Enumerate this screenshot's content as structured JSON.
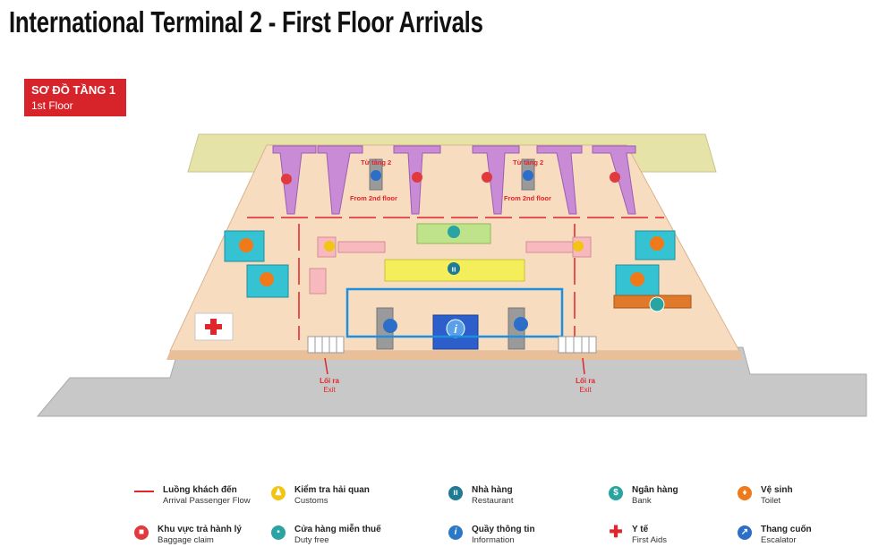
{
  "page": {
    "title": "International Terminal 2 - First Floor Arrivals"
  },
  "floor_badge": {
    "vn": "SƠ ĐỒ TẦNG 1",
    "en": "1st Floor"
  },
  "map": {
    "labels": {
      "from_2nd_vn_left": "Từ tầng 2",
      "from_2nd_en_left": "From 2nd floor",
      "from_2nd_vn_right": "Từ tầng 2",
      "from_2nd_en_right": "From 2nd floor",
      "exit_vn_left": "Lối ra",
      "exit_en_left": "Exit",
      "exit_vn_right": "Lối ra",
      "exit_en_right": "Exit"
    },
    "colors": {
      "floor": "#f7dcc0",
      "floor_edge": "#e8bf98",
      "walkway": "#c8c8c8",
      "top_strip": "#e6e3a8",
      "carousel": "#c98ad6",
      "toilet_block": "#35c3d3",
      "restaurant_block": "#f3ee5a",
      "duty_free_block": "#bfe38a",
      "counter": "#f7b9be",
      "bank_block": "#e07a2a",
      "info_block": "#2c5fcc",
      "highlight": "#1e8fe0",
      "flow_line": "#e0252b"
    }
  },
  "legend": [
    {
      "icon": "flow-line-icon",
      "vn": "Luồng khách đến",
      "en": "Arrival Passenger Flow"
    },
    {
      "icon": "customs-icon",
      "vn": "Kiểm tra hải quan",
      "en": "Customs"
    },
    {
      "icon": "restaurant-icon",
      "vn": "Nhà hàng",
      "en": "Restaurant"
    },
    {
      "icon": "bank-icon",
      "vn": "Ngân hàng",
      "en": "Bank"
    },
    {
      "icon": "toilet-icon",
      "vn": "Vệ sinh",
      "en": "Toilet"
    },
    {
      "icon": "baggage-claim-icon",
      "vn": "Khu vực trả hành lý",
      "en": "Baggage claim"
    },
    {
      "icon": "duty-free-icon",
      "vn": "Cửa hàng miễn thuế",
      "en": "Duty free"
    },
    {
      "icon": "information-icon",
      "vn": "Quầy thông tin",
      "en": "Information"
    },
    {
      "icon": "first-aid-icon",
      "vn": "Y tế",
      "en": "First Aids"
    },
    {
      "icon": "escalator-icon",
      "vn": "Thang cuốn",
      "en": "Escalator"
    }
  ]
}
